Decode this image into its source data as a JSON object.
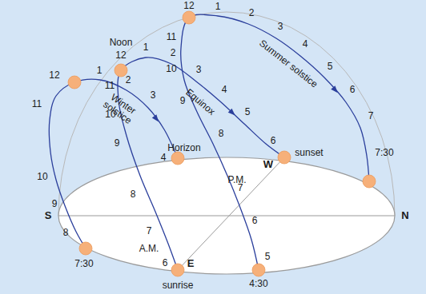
{
  "diagram": {
    "labels": [
      "Noon",
      "12",
      "12",
      "1",
      "2",
      "3",
      "4",
      "5",
      "6",
      "7",
      "7:30",
      "Summer solstice",
      "11",
      "10",
      "9",
      "8",
      "7",
      "6",
      "5",
      "4:30",
      "1",
      "2",
      "3",
      "Equinox",
      "4",
      "5",
      "6",
      "sunset",
      "W",
      "11",
      "10",
      "9",
      "8",
      "7",
      "6",
      "A.M.",
      "E",
      "sunrise",
      "12",
      "1",
      "2",
      "3",
      "Winter solstice",
      "4",
      "11",
      "10",
      "9",
      "8",
      "7:30",
      "Horizon",
      "P.M.",
      "S",
      "N"
    ]
  }
}
